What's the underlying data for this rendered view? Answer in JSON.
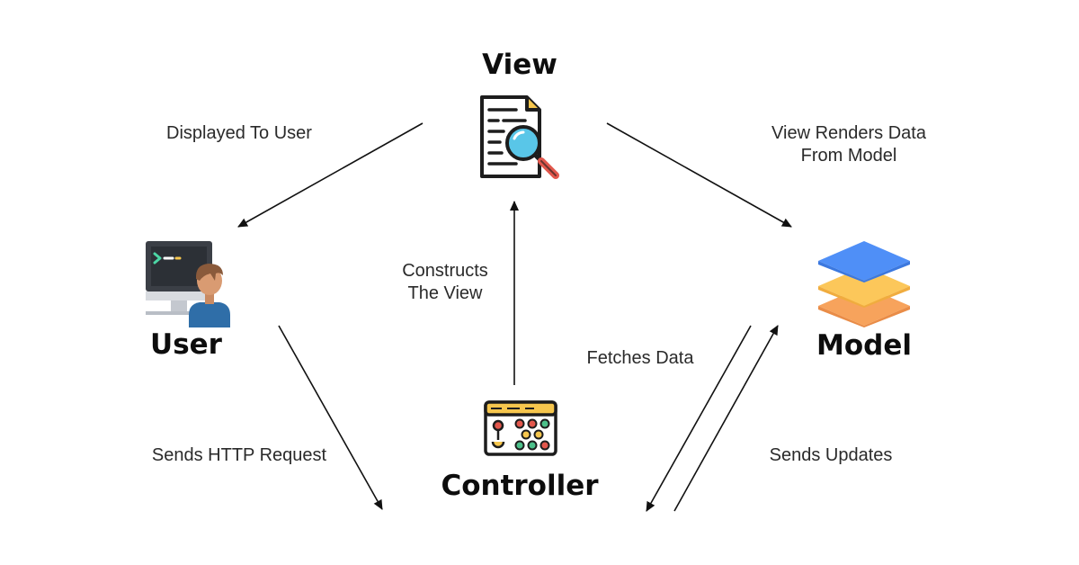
{
  "nodes": {
    "view": {
      "title": "View",
      "icon": "document-magnifier-icon"
    },
    "user": {
      "title": "User",
      "icon": "user-at-computer-icon"
    },
    "model": {
      "title": "Model",
      "icon": "stacked-layers-icon"
    },
    "controller": {
      "title": "Controller",
      "icon": "control-panel-icon"
    }
  },
  "edges": {
    "view_to_user": {
      "label": "Displayed To User"
    },
    "model_to_view": {
      "line1": "View Renders Data",
      "line2": "From Model"
    },
    "controller_to_view": {
      "line1": "Constructs",
      "line2": "The View"
    },
    "controller_to_model": {
      "label": "Fetches Data"
    },
    "user_to_controller": {
      "label": "Sends HTTP Request"
    },
    "model_to_controller": {
      "label": "Sends Updates"
    }
  },
  "colors": {
    "arrow": "#111111",
    "text": "#2a2a2a",
    "layer_top": "#4f8ff7",
    "layer_mid": "#fcc75a",
    "layer_bottom": "#f7a35c",
    "monitor": "#3b3f46",
    "person_shirt": "#2f6ea8",
    "person_hair": "#8a5a3b",
    "magnifier": "#59c6e8",
    "handle": "#e2574c"
  }
}
